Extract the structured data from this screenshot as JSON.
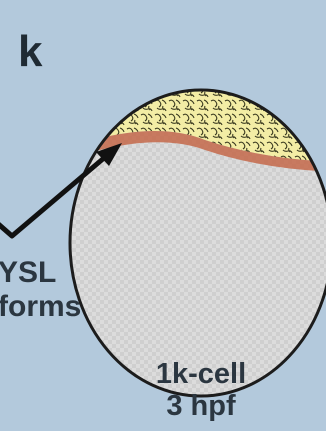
{
  "panel": {
    "letter": "k"
  },
  "annotation": {
    "line1": "YSL",
    "line2": "forms"
  },
  "caption": {
    "line1": "1k-cell",
    "line2": "3 hpf"
  },
  "colors": {
    "background": "#b3c9dc",
    "yolk": "#d9d9d9",
    "blastoderm": "#f3eda5",
    "ysl_band": "#c4684a",
    "outline": "#1c1c1c",
    "arrow": "#111111"
  }
}
